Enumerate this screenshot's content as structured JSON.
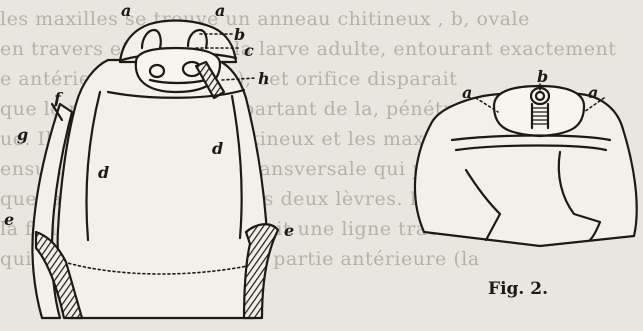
{
  "background_text": [
    "les maxilles se trouve un anneau chitineux , b, ovale",
    "en travers et qui, chez la larve adulte, entourant exactement",
    "e antérieure (la bouche), cet orifice disparait",
    "que le repli cutané qui, partant de la, pénétrant c",
    "ue. Il dérive l'anneau chitineux et les maxilles",
    "ensuite la grande fente transversale qui pourtant m",
    "que la plus en avant de ses deux lèvres. Enfin",
    "la fente transversale, on voit une ligne tracée",
    "qui indique la suture de la partie antérieure (la"
  ],
  "figure1": {
    "labels": {
      "a_left": "a",
      "a_right": "a",
      "b": "b",
      "c": "c",
      "h": "h",
      "f": "f",
      "g": "g",
      "d_left": "d",
      "d_right": "d",
      "e_left": "e",
      "e_right": "e"
    }
  },
  "figure2": {
    "labels": {
      "a_left": "a",
      "b": "b",
      "a_right": "a"
    },
    "caption": "Fig. 2."
  }
}
